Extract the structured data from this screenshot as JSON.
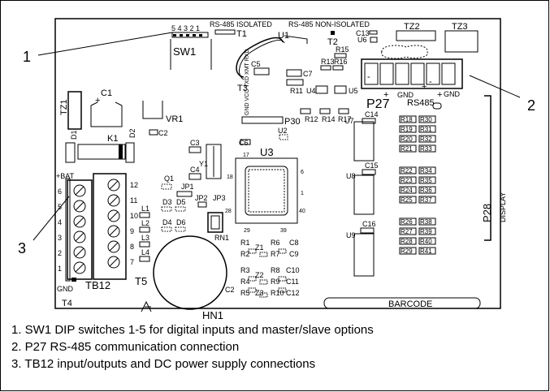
{
  "callouts": {
    "c1": "1",
    "c2": "2",
    "c3": "3"
  },
  "labels": {
    "sw1": "SW1",
    "sw1_nums": "5 4 3 2 1",
    "rs485_isolated": "RS-485 ISOLATED",
    "rs485_nonisolated": "RS-485 NON-ISOLATED",
    "t1": "T1",
    "u1": "U1",
    "t2": "T2",
    "tz2": "TZ2",
    "tz3": "TZ3",
    "c13": "C13",
    "u6": "U6",
    "r13": "R13",
    "r16": "R16",
    "r15": "R15",
    "c5": "C5",
    "c7": "C7",
    "r11": "R11",
    "u4": "U4",
    "u5": "U5",
    "t3": "T3",
    "p27": "P27",
    "rs485": "RS485",
    "minus": "-",
    "plus": "+",
    "gnd": "GND",
    "plus2": "+",
    "minus2": "-",
    "plus3": "+",
    "gnd2": "GND",
    "tz1": "TZ1",
    "c1": "C1",
    "c1_plus": "+",
    "vr1": "VR1",
    "d1": "D1",
    "d2": "D2",
    "k1": "K1",
    "c2": "C2",
    "p30_pins": "GND VCC TXD XMT RXD",
    "p30": "P30",
    "r12": "R12",
    "r14": "R14",
    "r17": "R17",
    "c14": "C14",
    "u7": "U7",
    "u2": "U2",
    "c6": "C6",
    "u3": "U3",
    "c3": "C3",
    "y1": "Y1",
    "c4": "C4",
    "pin17": "17",
    "pin18": "18",
    "pin6": "6",
    "pin1": "1",
    "pin40": "40",
    "pin28": "28",
    "pin29": "29",
    "pin39": "39",
    "bat": "+BAT",
    "q1": "Q1",
    "jp1": "JP1",
    "jp2": "JP2",
    "jp3": "JP3",
    "d3": "D3",
    "d5": "D5",
    "d4": "D4",
    "d6": "D6",
    "l1": "L1",
    "l2": "L2",
    "l3": "L3",
    "l4": "L4",
    "rn1": "RN1",
    "t5": "T5",
    "hn1": "HN1",
    "tb12": "TB12",
    "t4": "T4",
    "gnd3": "GND",
    "tb_left": [
      "6",
      "5",
      "4",
      "3",
      "2",
      "1"
    ],
    "tb_right": [
      "12",
      "11",
      "10",
      "9",
      "8",
      "7"
    ],
    "r_col1": [
      "R18",
      "R19",
      "R20",
      "R21",
      "R22",
      "R23",
      "R24",
      "R25",
      "R26",
      "R27",
      "R28",
      "R29"
    ],
    "r_col2": [
      "R30",
      "R31",
      "R32",
      "R33",
      "R34",
      "R35",
      "R36",
      "R37",
      "R38",
      "R39",
      "R40",
      "R41"
    ],
    "u8": "U8",
    "u9": "U9",
    "c15": "C15",
    "c16": "C16",
    "p28": "P28",
    "display": "DISPLAY",
    "r1": "R1",
    "r2": "R2",
    "r3": "R3",
    "r4": "R4",
    "r5": "R5",
    "r6": "R6",
    "r7": "R7",
    "r8": "R8",
    "r9": "R9",
    "r10": "R10",
    "c8": "C8",
    "c9": "C9",
    "c10": "C10",
    "c11": "C11",
    "c12": "C12",
    "z1": "Z1",
    "z2": "Z2",
    "z3": "Z3",
    "c2b": "C2",
    "barcode": "BARCODE"
  },
  "legend": [
    "1. SW1 DIP switches 1-5 for digital inputs and master/slave options",
    "2. P27 RS-485 communication connection",
    "3. TB12 input/outputs and DC power supply connections"
  ]
}
